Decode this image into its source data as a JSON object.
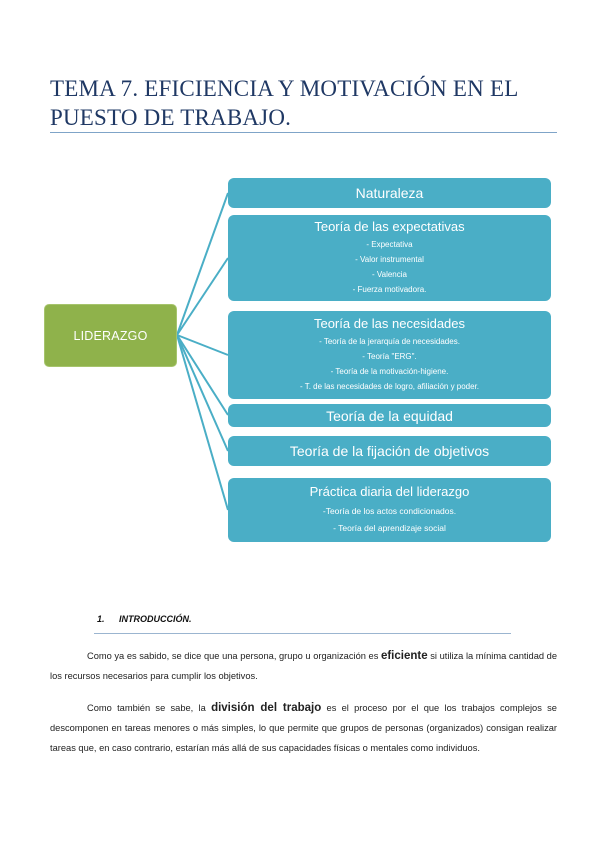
{
  "document": {
    "title": "TEMA 7. EFICIENCIA Y MOTIVACIÓN EN EL PUESTO DE TRABAJO."
  },
  "diagram": {
    "root": "LIDERAZGO",
    "nodes": [
      {
        "label": "Naturaleza",
        "items": []
      },
      {
        "label": "Teoría de las expectativas",
        "items": [
          "- Expectativa",
          "- Valor instrumental",
          "- Valencia",
          "- Fuerza motivadora."
        ]
      },
      {
        "label": "Teoría de las necesidades",
        "items": [
          "- Teoría de la jerarquía de necesidades.",
          "- Teoría \"ERG\".",
          "- Teoría de la motivación-higiene.",
          "- T. de las necesidades de logro, afiliación y poder."
        ]
      },
      {
        "label": "Teoría de la equidad",
        "items": []
      },
      {
        "label": "Teoría de la fijación de objetivos",
        "items": []
      },
      {
        "label": "Práctica diaria del liderazgo",
        "items": [
          "-Teoría de los actos condicionados.",
          "- Teoría del aprendizaje social"
        ]
      }
    ]
  },
  "section": {
    "number": "1.",
    "heading": "INTRODUCCIÓN."
  },
  "paragraphs": [
    {
      "before": "Como ya es sabido, se dice que una persona, grupo u organización es ",
      "bold": "eficiente",
      "after": " si utiliza la mínima cantidad de los recursos necesarios para cumplir los objetivos."
    },
    {
      "before": "Como también se sabe, la ",
      "bold": "división del trabajo",
      "after": " es el proceso por el que los trabajos complejos se descomponen en tareas menores o más simples, lo que permite que grupos de personas (organizados) consigan realizar tareas que, en caso contrario, estarían más allá de sus capacidades físicas o mentales como individuos."
    }
  ],
  "colors": {
    "title": "#1f3864",
    "root_fill": "#8fb24b",
    "node_fill": "#4aaec6",
    "connector": "#4aaec6"
  }
}
